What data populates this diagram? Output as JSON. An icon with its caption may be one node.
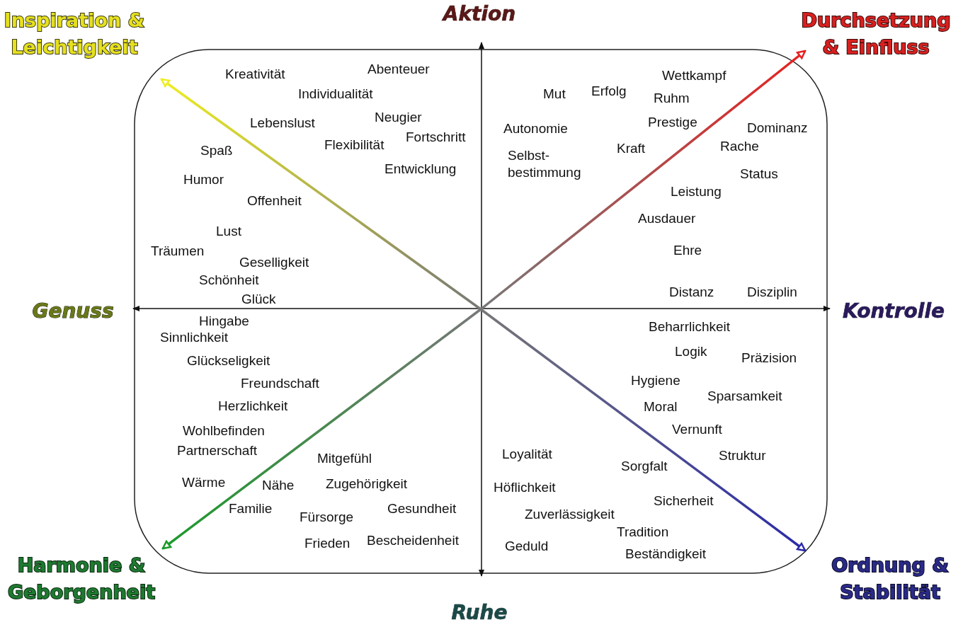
{
  "diagram": {
    "labels": [
      "Inspiration & Leichtigkeit",
      "Aktion",
      "Durchsetzung & Einfluss",
      "Kreativität",
      "Abenteuer",
      "Individualität",
      "Mut",
      "Erfolg",
      "Wettkampf",
      "Ruhm",
      "Lebenslust",
      "Neugier",
      "Autonomie",
      "Prestige",
      "Dominanz",
      "Spaß",
      "Flexibilität",
      "Fortschritt",
      "Kraft",
      "Rache",
      "Selbst- bestimmung",
      "Entwicklung",
      "Humor",
      "Status",
      "Offenheit",
      "Leistung",
      "Ausdauer",
      "Lust",
      "Träumen",
      "Ehre",
      "Geselligkeit",
      "Schönheit",
      "Glück",
      "Distanz",
      "Disziplin",
      "Genuss",
      "Kontrolle",
      "Hingabe",
      "Sinnlichkeit",
      "Beharrlichkeit",
      "Logik",
      "Präzision",
      "Glückseligkeit",
      "Freundschaft",
      "Hygiene",
      "Sparsamkeit",
      "Herzlichkeit",
      "Moral",
      "Wohlbefinden",
      "Vernunft",
      "Partnerschaft",
      "Mitgefühl",
      "Loyalität",
      "Struktur",
      "Sorgfalt",
      "Wärme",
      "Nähe",
      "Zugehörigkeit",
      "Höflichkeit",
      "Sicherheit",
      "Familie",
      "Gesundheit",
      "Fürsorge",
      "Zuverlässigkeit",
      "Tradition",
      "Frieden",
      "Bescheidenheit",
      "Geduld",
      "Beständigkeit",
      "Harmonie & Geborgenheit",
      "Ordnung & Stabilität",
      "Ruhe"
    ]
  }
}
